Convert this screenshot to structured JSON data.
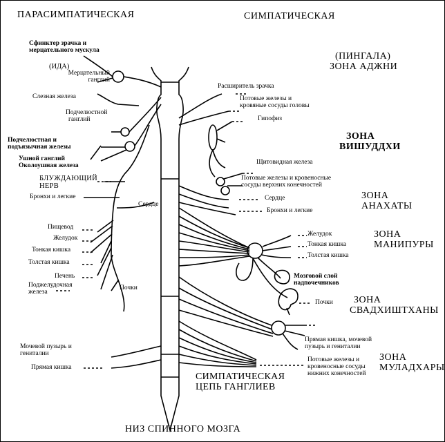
{
  "headers": {
    "parasympathetic": "ПАРАСИМПАТИЧЕСКАЯ",
    "sympathetic": "СИМПАТИЧЕСКАЯ",
    "bottom": "НИЗ СПИННОГО МОЗГА"
  },
  "left_labels": {
    "pupil_sphincter": [
      "Сфинктер зрачка и",
      "мерцательного мускула"
    ],
    "ciliary_ganglion": [
      "(ИДА)",
      "Мерцательный",
      "ганглий"
    ],
    "lacrimal_gland": "Слезная железа",
    "submandibular_ganglion": [
      "Подчелюстной",
      "ганглий"
    ],
    "salivary_glands": [
      "Подчелюстная и",
      "подъязычная железы"
    ],
    "ear_ganglion": [
      "Ушной ганглий",
      "Околоушная железа"
    ],
    "vagus_nerve": [
      "БЛУЖДАЮЩИЙ",
      "НЕРВ"
    ],
    "bronchi_lungs": "Бронхи и легкие",
    "heart": "Сердце",
    "esophagus": "Пищевод",
    "stomach": "Желудок",
    "small_intestine": "Тонкая кишка",
    "large_intestine": "Толстая кишка",
    "liver": "Печень",
    "pancreas": [
      "Поджелудочная",
      "железа"
    ],
    "kidneys": "Почки",
    "bladder_genitals": [
      "Мочевой пузырь и",
      "гениталии"
    ],
    "rectum": "Прямая кишка"
  },
  "right_labels": {
    "pupil_dilator": "Расширитель зрачка",
    "head_glands": [
      "Потовые железы и",
      "кровяные сосуды головы"
    ],
    "pituitary": "Гипофиз",
    "thyroid": "Щитовидная железа",
    "upper_limb_glands": [
      "Потовые железы и кровеносные",
      "сосуды верхних конечностей"
    ],
    "heart": "Сердце",
    "bronchi_lungs": "Бронхи и легкие",
    "stomach": "Желудок",
    "small_intestine": "Тонкая кишка",
    "large_intestine": "Толстая кишка",
    "adrenal": [
      "Мозговой слой",
      "надпочечников"
    ],
    "kidneys": "Почки",
    "rectum_bladder": [
      "Прямая кишка, мочевой",
      "пузырь и гениталии"
    ],
    "lower_limb_glands": [
      "Потовые железы и",
      "кровеносные сосуды",
      "нижних конечностей"
    ]
  },
  "zones": {
    "ajna": [
      "(ПИНГАЛА)",
      "ЗОНА АДЖНИ"
    ],
    "vishuddhi": [
      "ЗОНА",
      "ВИШУДДХИ"
    ],
    "anahata": [
      "ЗОНА",
      "АНАХАТЫ"
    ],
    "manipura": [
      "ЗОНА",
      "МАНИПУРЫ"
    ],
    "svadhishthana": [
      "ЗОНА",
      "СВАДХИШТХАНЫ"
    ],
    "muladhara": [
      "ЗОНА",
      "МУЛАДХАРЫ"
    ]
  },
  "chain_label": [
    "СИМПАТИЧЕСКАЯ",
    "ЦЕПЬ ГАНГЛИЕВ"
  ]
}
